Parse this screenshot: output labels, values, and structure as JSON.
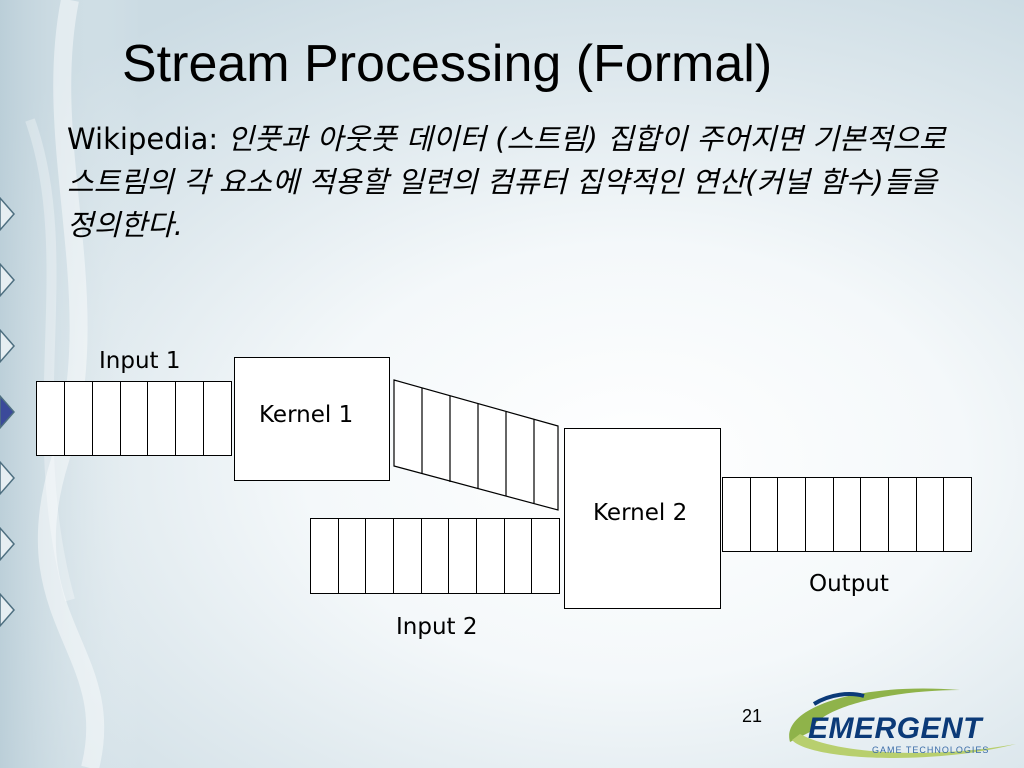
{
  "slide": {
    "title": "Stream Processing (Formal)",
    "lead": "Wikipedia:",
    "quote": "인풋과 아웃풋 데이터 (스트림) 집합이 주어지면 기본적으로 스트림의 각 요소에 적용할 일련의 컴퓨터 집약적인 연산(커널 함수)들을 정의한다.",
    "page_number": "21"
  },
  "diagram": {
    "input1_label": "Input 1",
    "input2_label": "Input 2",
    "kernel1_label": "Kernel 1",
    "kernel2_label": "Kernel 2",
    "output_label": "Output"
  },
  "logo": {
    "name": "EMERGENT",
    "tagline": "GAME TECHNOLOGIES"
  }
}
